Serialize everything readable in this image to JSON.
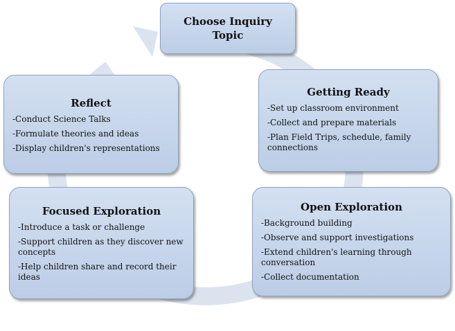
{
  "diagram": {
    "colors": {
      "ring": "#dbe3ef",
      "box_top": "#d3e0f1",
      "box_bottom": "#bccde6",
      "border": "#8ea2bd"
    },
    "choose": {
      "title": "Choose Inquiry Topic"
    },
    "reflect": {
      "title": "Reflect",
      "items": [
        "-Conduct Science Talks",
        "-Formulate theories and ideas",
        "-Display children's representations"
      ]
    },
    "ready": {
      "title": "Getting Ready",
      "items": [
        "-Set up classroom environment",
        "-Collect and prepare materials",
        "-Plan Field Trips, schedule, family connections"
      ]
    },
    "focused": {
      "title": "Focused Exploration",
      "items": [
        "-Introduce a task or challenge",
        "-Support children as they discover new concepts",
        "-Help children share and record their ideas"
      ]
    },
    "open": {
      "title": "Open Exploration",
      "items": [
        "-Background building",
        "-Observe and support investigations",
        "-Extend children's learning through conversation",
        "-Collect documentation"
      ]
    }
  }
}
